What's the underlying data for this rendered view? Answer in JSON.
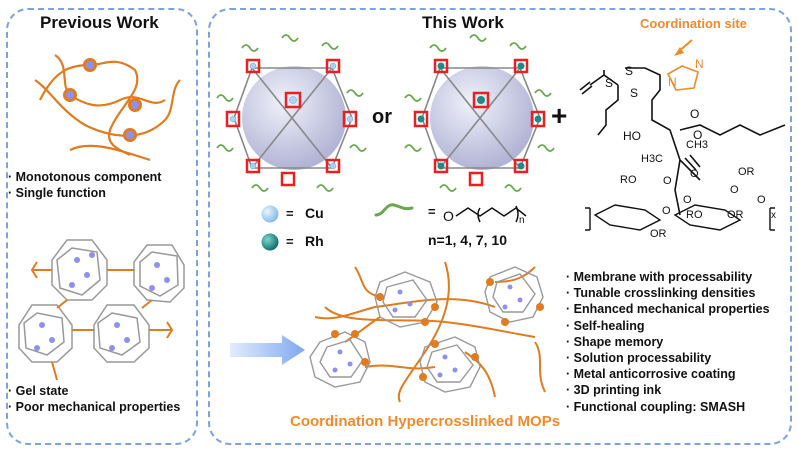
{
  "previous_work": {
    "title": "Previous Work",
    "bullets_top": [
      "Monotonous component",
      "Single function"
    ],
    "bullets_bottom": [
      "Gel state",
      "Poor mechanical properties"
    ]
  },
  "this_work": {
    "title": "This Work",
    "or_label": "or",
    "plus_label": "+",
    "legend": {
      "cu": {
        "eq": "=",
        "label": "Cu",
        "color": "#a9d3f2"
      },
      "rh": {
        "eq": "=",
        "label": "Rh",
        "color": "#1f8a86"
      },
      "chain": {
        "eq": "=",
        "o_label": "O",
        "n_sub": "n",
        "n_values": "n=1, 4, 7, 10"
      }
    },
    "coordination_site_label": "Coordination site",
    "polymer_labels": {
      "s1": "S",
      "s2": "S",
      "s3": "S",
      "ho": "HO",
      "n_imid": "N",
      "n_imid2": "N",
      "o_ester": "O",
      "o_carb": "O",
      "ch3": "CH3",
      "h3c": "H3C",
      "o_link": "O",
      "o_carb2": "O",
      "or1": "OR",
      "ro1": "RO",
      "ro2": "RO",
      "or2": "OR",
      "or3": "OR",
      "o_ring1": "O",
      "o_ring2": "O",
      "o_gly": "O",
      "o_end": "O",
      "x_sub": "x"
    },
    "result_label": "Coordination Hypercrosslinked MOPs",
    "features": [
      "Membrane with processability",
      "Tunable crosslinking densities",
      "Enhanced mechanical properties",
      "Self-healing",
      "Shape memory",
      "Solution processability",
      "Metal anticorrosive coating",
      "3D printing ink",
      "Functional coupling: SMASH"
    ]
  },
  "colors": {
    "accent_orange": "#f08a2c",
    "border_blue": "#7ea3dc",
    "chain_green": "#6aa84f",
    "oxygen_red": "#e8201f"
  }
}
